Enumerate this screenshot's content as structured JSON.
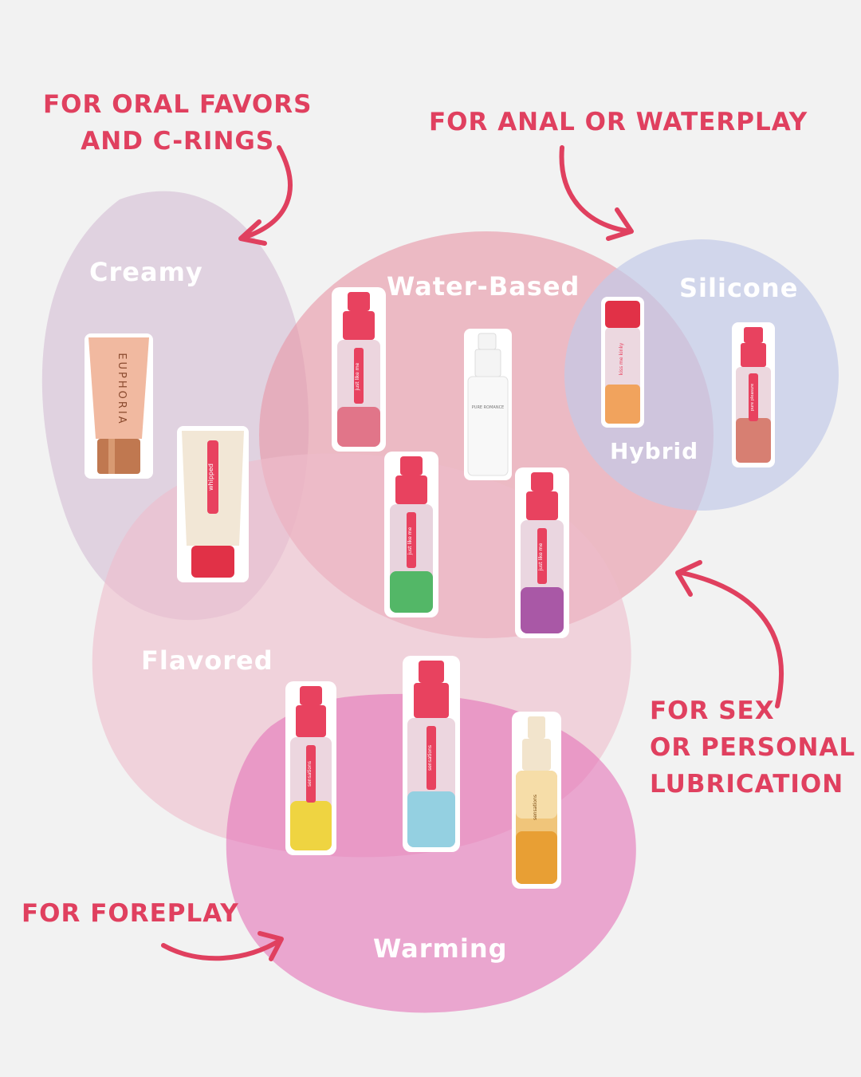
{
  "callouts": {
    "oral": [
      "FOR ORAL FAVORS",
      "AND C-RINGS"
    ],
    "anal": "FOR ANAL OR WATERPLAY",
    "sex": [
      "FOR SEX",
      "OR PERSONAL",
      "LUBRICATION"
    ],
    "foreplay": "FOR FOREPLAY"
  },
  "categories": {
    "creamy": "Creamy",
    "water_based": "Water-Based",
    "silicone": "Silicone",
    "hybrid": "Hybrid",
    "flavored": "Flavored",
    "warming": "Warming"
  },
  "products": {
    "euphoria_tube": "EUPHORIA",
    "whipped_tube": "whipped",
    "just_like_me_red": "just like me",
    "pure_romance_white": "PURE ROMANCE",
    "just_like_me_green": "just like me",
    "just_like_me_purple": "just like me",
    "hybrid_bottle": "kiss me kinky",
    "silicone_bottle": "pure pleasure",
    "sensations_yellow": "sensations",
    "sensations_blue": "sensations",
    "sensations_orange": "sensations"
  },
  "colors": {
    "callout": "#e0405f",
    "creamy_circle": "#d9c4d9",
    "water_circle": "#e898a8",
    "silicone_circle": "#c3cbe8",
    "flavored_circle": "#efbdcb",
    "warming_circle": "#e573b8",
    "pump_red": "#e8425f"
  }
}
